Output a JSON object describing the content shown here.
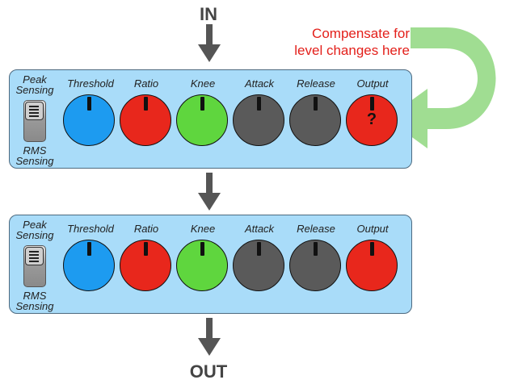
{
  "flow": {
    "input_label": "IN",
    "output_label": "OUT"
  },
  "annotation": {
    "lines": [
      "Compensate for",
      "level changes here"
    ],
    "color": "#e3201b"
  },
  "feedback_arrow": {
    "color": "#8fd77f"
  },
  "colors": {
    "panel": "#a9dcf9",
    "threshold": "#1d9bf0",
    "ratio": "#e8271c",
    "knee": "#5fd63e",
    "attack": "#5a5a5a",
    "release": "#5a5a5a",
    "output": "#e8271c"
  },
  "compressors": [
    {
      "sensing": {
        "top_label": [
          "Peak",
          "Sensing"
        ],
        "bottom_label": [
          "RMS",
          "Sensing"
        ]
      },
      "knobs": [
        {
          "label": "Threshold",
          "color": "#1d9bf0",
          "mark": ""
        },
        {
          "label": "Ratio",
          "color": "#e8271c",
          "mark": ""
        },
        {
          "label": "Knee",
          "color": "#5fd63e",
          "mark": ""
        },
        {
          "label": "Attack",
          "color": "#5a5a5a",
          "mark": ""
        },
        {
          "label": "Release",
          "color": "#5a5a5a",
          "mark": ""
        },
        {
          "label": "Output",
          "color": "#e8271c",
          "mark": "?"
        }
      ]
    },
    {
      "sensing": {
        "top_label": [
          "Peak",
          "Sensing"
        ],
        "bottom_label": [
          "RMS",
          "Sensing"
        ]
      },
      "knobs": [
        {
          "label": "Threshold",
          "color": "#1d9bf0",
          "mark": ""
        },
        {
          "label": "Ratio",
          "color": "#e8271c",
          "mark": ""
        },
        {
          "label": "Knee",
          "color": "#5fd63e",
          "mark": ""
        },
        {
          "label": "Attack",
          "color": "#5a5a5a",
          "mark": ""
        },
        {
          "label": "Release",
          "color": "#5a5a5a",
          "mark": ""
        },
        {
          "label": "Output",
          "color": "#e8271c",
          "mark": ""
        }
      ]
    }
  ]
}
